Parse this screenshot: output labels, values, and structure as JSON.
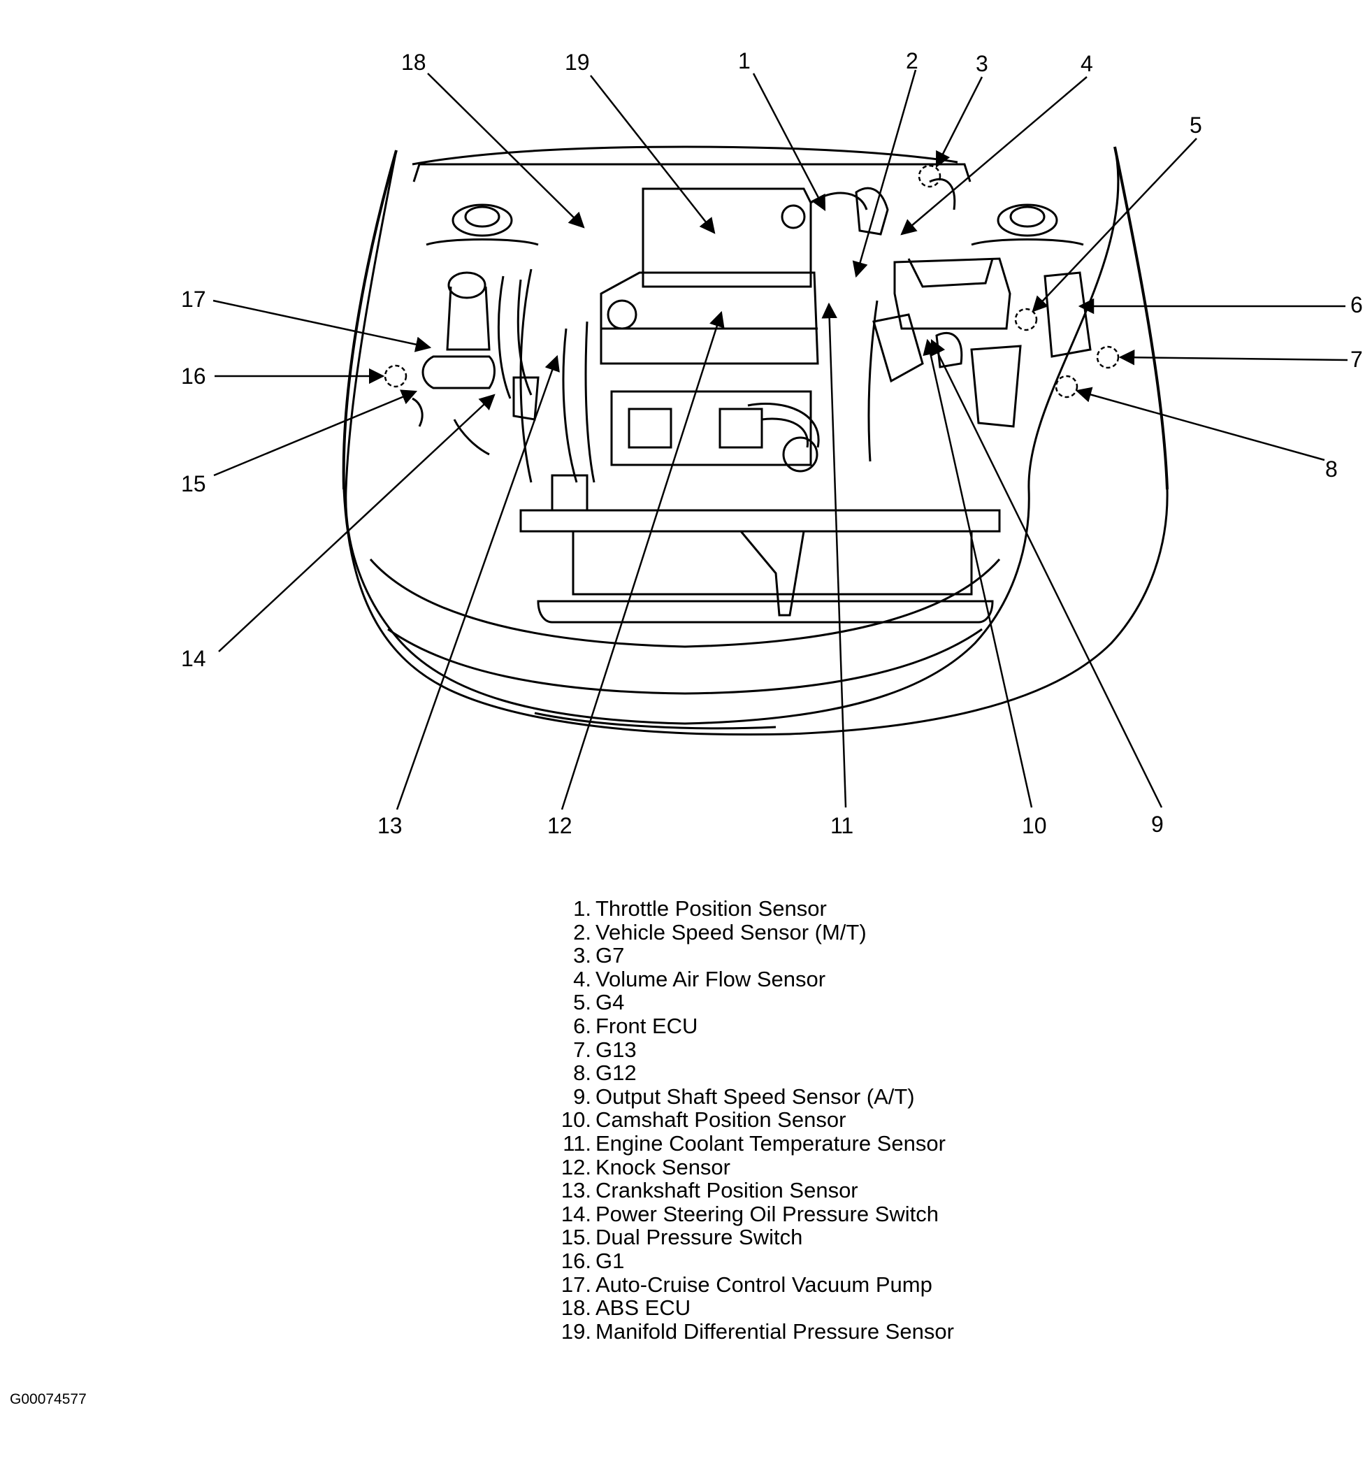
{
  "figure_id": "G00074577",
  "callouts": [
    "1",
    "2",
    "3",
    "4",
    "5",
    "6",
    "7",
    "8",
    "9",
    "10",
    "11",
    "12",
    "13",
    "14",
    "15",
    "16",
    "17",
    "18",
    "19"
  ],
  "legend": [
    {
      "num": "1.",
      "label": "Throttle Position Sensor"
    },
    {
      "num": "2.",
      "label": "Vehicle Speed Sensor (M/T)"
    },
    {
      "num": "3.",
      "label": "G7"
    },
    {
      "num": "4.",
      "label": "Volume Air Flow Sensor"
    },
    {
      "num": "5.",
      "label": "G4"
    },
    {
      "num": "6.",
      "label": "Front ECU"
    },
    {
      "num": "7.",
      "label": "G13"
    },
    {
      "num": "8.",
      "label": "G12"
    },
    {
      "num": "9.",
      "label": "Output Shaft Speed Sensor (A/T)"
    },
    {
      "num": "10.",
      "label": "Camshaft Position Sensor"
    },
    {
      "num": "11.",
      "label": "Engine Coolant Temperature Sensor"
    },
    {
      "num": "12.",
      "label": "Knock Sensor"
    },
    {
      "num": "13.",
      "label": "Crankshaft Position Sensor"
    },
    {
      "num": "14.",
      "label": "Power Steering Oil Pressure Switch"
    },
    {
      "num": "15.",
      "label": "Dual Pressure Switch"
    },
    {
      "num": "16.",
      "label": "G1"
    },
    {
      "num": "17.",
      "label": "Auto-Cruise Control Vacuum Pump"
    },
    {
      "num": "18.",
      "label": "ABS ECU"
    },
    {
      "num": "19.",
      "label": "Manifold Differential Pressure Sensor"
    }
  ],
  "colors": {
    "ink": "#000000",
    "background": "#ffffff"
  }
}
